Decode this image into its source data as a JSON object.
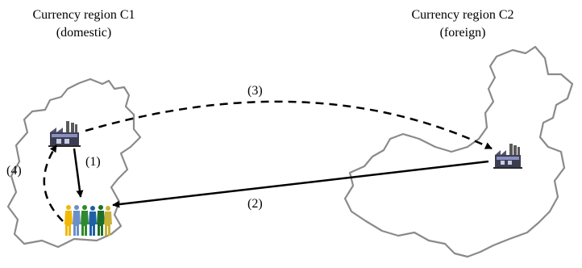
{
  "regions": {
    "domestic": {
      "name": "Currency region C1",
      "qualifier": "(domestic)"
    },
    "foreign": {
      "name": "Currency region C2",
      "qualifier": "(foreign)"
    }
  },
  "flows": {
    "step_1": "(1)",
    "step_2": "(2)",
    "step_3": "(3)",
    "step_4": "(4)"
  }
}
